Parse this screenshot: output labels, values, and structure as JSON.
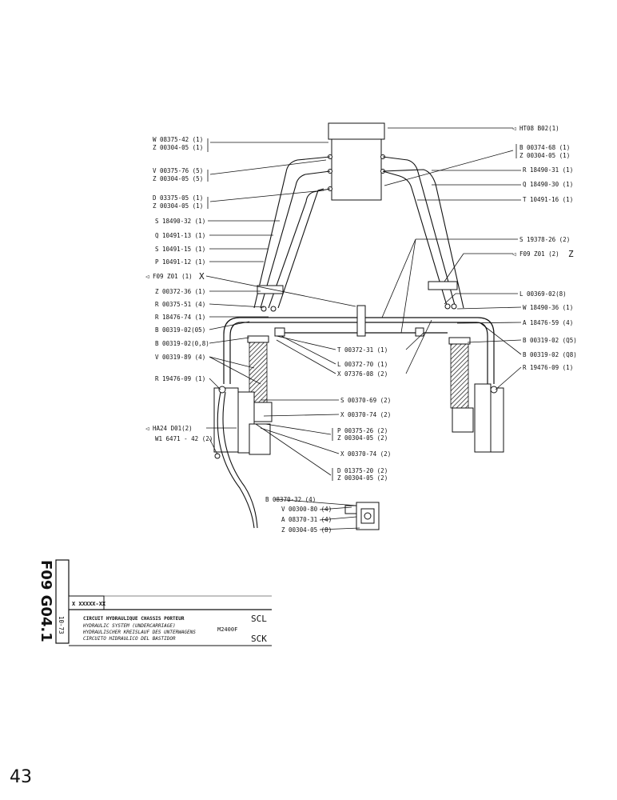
{
  "top_right_labels": [
    {
      "text": "HT08 B02(1)",
      "marker": "arrow-left"
    },
    {
      "text": "B 00374-68 (1)"
    },
    {
      "text": "Z 00304-05 (1)"
    },
    {
      "text": "R 18490-31 (1)"
    },
    {
      "text": "Q 18490-30 (1)"
    },
    {
      "text": "T 10491-16 (1)"
    },
    {
      "text": "S 19378-26 (2)"
    },
    {
      "text": "F09 Z01 (2)",
      "suffix": "Z",
      "marker": "arrow-left"
    },
    {
      "text": "L 00369-02(8)"
    },
    {
      "text": "W 18490-36 (1)"
    },
    {
      "text": "A 18476-59 (4)"
    },
    {
      "text": "B 00319-02 (Q5)"
    },
    {
      "text": "B 00319-02 (Q8)"
    },
    {
      "text": "R 19476-09 (1)"
    }
  ],
  "left_labels": [
    {
      "text": "W 08375-42 (1)"
    },
    {
      "text": "Z 00304-05 (1)"
    },
    {
      "text": "V 00375-76 (5)"
    },
    {
      "text": "Z 00304-05 (5)"
    },
    {
      "text": "D 03375-05 (1)"
    },
    {
      "text": "Z 00304-05 (1)"
    },
    {
      "text": "S 18490-32 (1)"
    },
    {
      "text": "Q 10491-13 (1)"
    },
    {
      "text": "S 10491-15 (1)"
    },
    {
      "text": "P 10491-12 (1)"
    },
    {
      "text": "F09 Z01 (1)",
      "suffix": "X",
      "marker": "arrow-left"
    },
    {
      "text": "Z 00372-36 (1)"
    },
    {
      "text": "R 00375-51 (4)"
    },
    {
      "text": "R 18476-74 (1)"
    },
    {
      "text": "B 00319-02(05)"
    },
    {
      "text": "B 00319-02(0,8)"
    },
    {
      "text": "V 00319-89 (4)"
    },
    {
      "text": "R 19476-09 (1)"
    },
    {
      "text": "HA24 D01(2)",
      "marker": "arrow-left"
    },
    {
      "text": "W1 6471 - 42 (2)"
    }
  ],
  "center_labels": [
    {
      "text": "T 00372-31 (1)"
    },
    {
      "text": "L 00372-70 (1)"
    },
    {
      "text": "X 07376-08 (2)"
    },
    {
      "text": "S 00370-69 (2)"
    },
    {
      "text": "X 00370-74 (2)"
    },
    {
      "text": "P 00375-26 (2)"
    },
    {
      "text": "Z 00304-05 (2)"
    },
    {
      "text": "X 00370-74 (2)"
    },
    {
      "text": "D 01375-20 (2)"
    },
    {
      "text": "Z 00304-05 (2)"
    }
  ],
  "bottom_labels": [
    {
      "text": "B 08370-32 (4)"
    },
    {
      "text": "V 00300-80 (4)"
    },
    {
      "text": "A 08370-31 (4)"
    },
    {
      "text": "Z 00304-05 (8)"
    }
  ],
  "title_block": {
    "vertical_code": "F09 G04.1",
    "vertical_date": "10-73",
    "machine_no": "X XXXXX-XX",
    "title_lines": [
      "CIRCUIT HYDRAULIQUE CHASSIS PORTEUR",
      "HYDRAULIC SYSTEM (UNDERCARRIAGE)",
      "HYDRAULISCHER KREISLAUF DES UNTERWAGENS",
      "CIRCUITO HIDRAULICO DEL BASTIDOR"
    ],
    "model": "M2400F",
    "variant_1": "SCL",
    "variant_2": "SCK"
  },
  "page_number": "43",
  "colors": {
    "ink": "#111111",
    "paper": "#ffffff"
  }
}
